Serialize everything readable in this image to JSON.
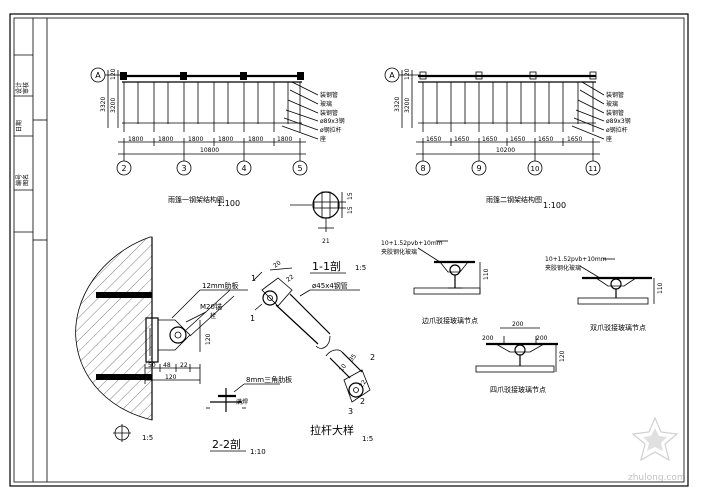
{
  "frame": {
    "title_block_cells": [
      "设计",
      "审核",
      "日期",
      "编号",
      "图名"
    ]
  },
  "elevation1": {
    "axis_label": "A",
    "height_total": "3320",
    "height_part": "3200",
    "top_dim": "120",
    "spans": [
      "1800",
      "1800",
      "1800",
      "1800",
      "1800",
      "1800"
    ],
    "total": "10800",
    "grid": [
      "2",
      "3",
      "4",
      "5"
    ],
    "callouts": [
      "装钢管",
      "玻璃",
      "装钢管",
      "ø89x3钢",
      "ø钢拉杆",
      "座"
    ],
    "title": "雨篷一钢架结构图",
    "scale": "1:100"
  },
  "elevation2": {
    "axis_label": "A",
    "height_total": "3320",
    "height_part": "3200",
    "top_dim": "120",
    "spans": [
      "1650",
      "1650",
      "1650",
      "1650",
      "1650",
      "1650"
    ],
    "total": "10200",
    "grid": [
      "8",
      "9",
      "10",
      "11"
    ],
    "callouts": [
      "装钢管",
      "玻璃",
      "装钢管",
      "ø89x3钢",
      "ø钢拉杆",
      "座"
    ],
    "title": "雨篷二钢架结构图",
    "scale": "1:100"
  },
  "section11": {
    "dims": [
      "15",
      "15",
      "21"
    ],
    "title": "1-1剖",
    "scale": "1:5"
  },
  "wall_detail": {
    "labels": [
      "12mm肋板",
      "M20锚",
      "栓"
    ],
    "dims": [
      "120",
      "50",
      "48",
      "22",
      "120"
    ],
    "scale": "1:5"
  },
  "rod_detail": {
    "labels": [
      "ø45x4钢管",
      "1",
      "1",
      "3",
      "2",
      "2"
    ],
    "dims": [
      "20",
      "22",
      "10",
      "35",
      "22"
    ],
    "title": "拉杆大样",
    "scale": "1:5"
  },
  "section22": {
    "labels": [
      "8mm三角肋板",
      "满焊"
    ],
    "title": "2-2剖",
    "scale": "1:10"
  },
  "nodes": {
    "node1_spec": "10+1.52pvb+10mm",
    "node1_note": "夹胶钢化玻璃",
    "node1_title": "边爪驳接玻璃节点",
    "node2_spec": "10+1.52pvb+10mm",
    "node2_note": "夹胶钢化玻璃",
    "node2_title": "双爪驳接玻璃节点",
    "node3_title": "四爪驳接玻璃节点",
    "dims": [
      "200",
      "200",
      "200",
      "110",
      "110",
      "120"
    ]
  },
  "watermark": "zhulong.com"
}
